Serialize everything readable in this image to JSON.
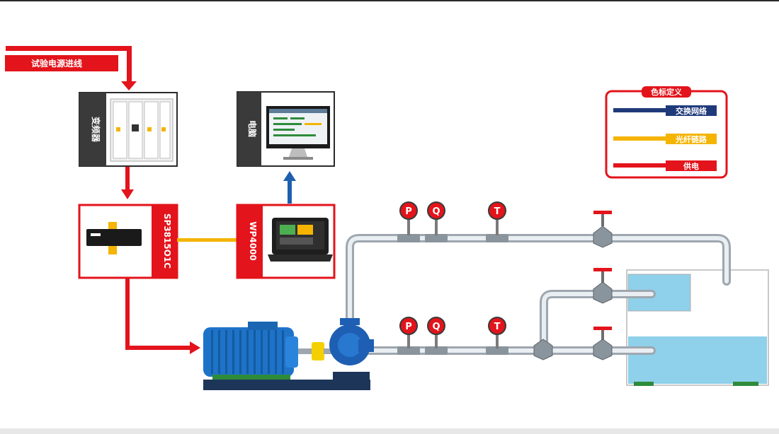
{
  "banner": {
    "text": "试验电源进线"
  },
  "nodes": {
    "cabinet": {
      "label": "变频器"
    },
    "monitor": {
      "label": "电脑"
    },
    "analyzer": {
      "label": "SP3815O1C"
    },
    "recorder": {
      "label": "WP4000"
    }
  },
  "gauges": {
    "top": [
      "P",
      "Q",
      "T"
    ],
    "bottom": [
      "P",
      "Q",
      "T"
    ]
  },
  "legend": {
    "title": "色标定义",
    "items": [
      {
        "label": "交换网络",
        "color": "#1f3a7a"
      },
      {
        "label": "光纤链路",
        "color": "#f4b400"
      },
      {
        "label": "供电",
        "color": "#e3141b"
      }
    ]
  },
  "colors": {
    "accent_red": "#e3141b",
    "panel_dark": "#3a3a3a",
    "signal_blue": "#1f5fb0",
    "fiber_yellow": "#f4b400",
    "water": "#8fd0ea",
    "motor_blue": "#1e73c9"
  }
}
